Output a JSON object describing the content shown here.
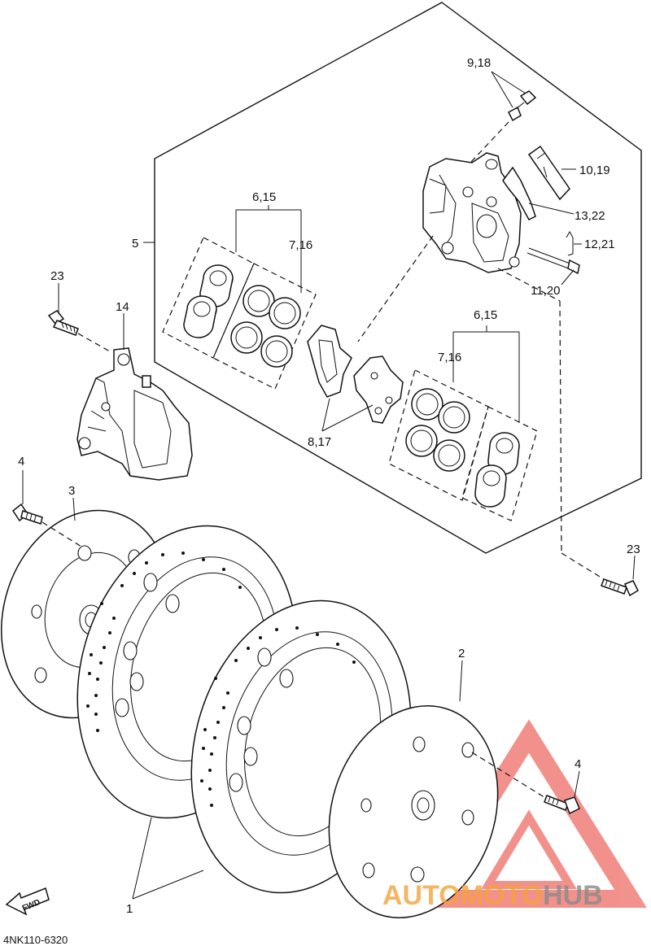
{
  "callouts": {
    "c_9_18": "9,18",
    "c_10_19": "10,19",
    "c_13_22": "13,22",
    "c_12_21": "12,21",
    "c_11_20": "11,20",
    "c_6_15_top": "6,15",
    "c_7_16_top": "7,16",
    "c_5": "5",
    "c_23_left": "23",
    "c_14": "14",
    "c_6_15_mid": "6,15",
    "c_7_16_mid": "7,16",
    "c_8_17": "8,17",
    "c_4_left": "4",
    "c_3": "3",
    "c_23_right": "23",
    "c_2": "2",
    "c_4_right": "4",
    "c_1": "1"
  },
  "fwd_label": "FWD",
  "diagram_code": "4NK110-6320",
  "watermark": {
    "text_orange": "AUTOMOTO",
    "text_gray": "HUB",
    "color_orange": "#f4a33a",
    "color_gray": "#8a8a8a",
    "color_logo": "#e8392f"
  }
}
